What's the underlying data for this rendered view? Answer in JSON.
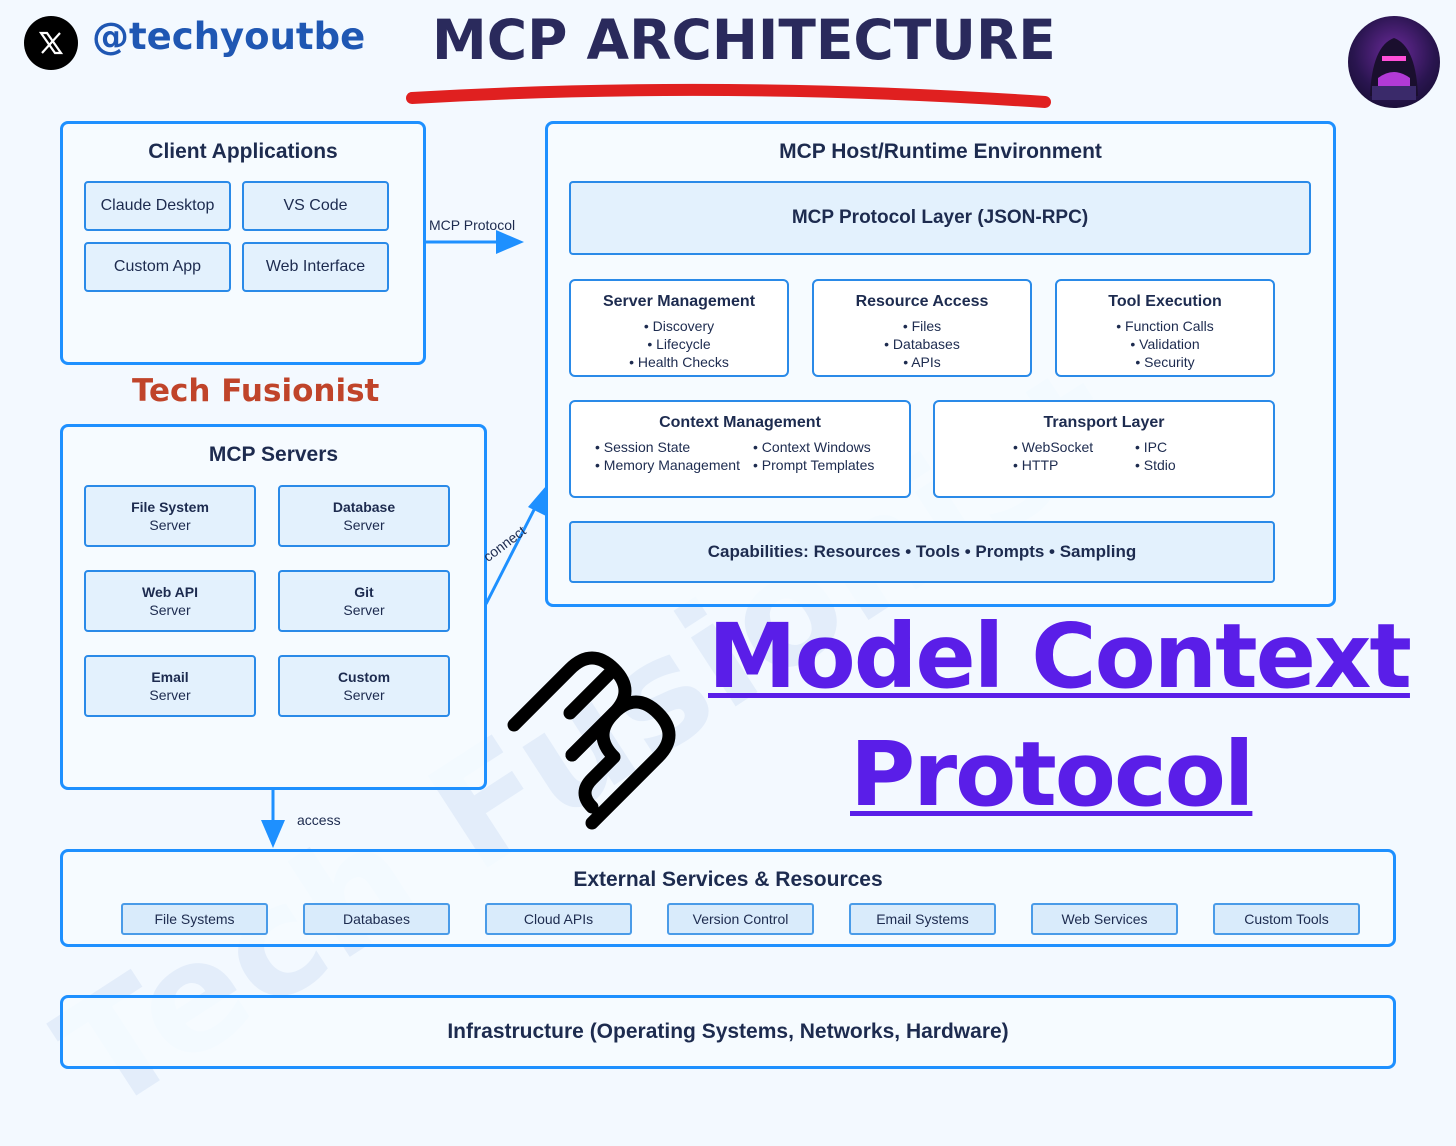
{
  "header": {
    "handle": "@techyoutbe",
    "title": "MCP ARCHITECTURE",
    "brand": "Tech Fusionist",
    "watermark": "Tech Fusionist"
  },
  "client_apps": {
    "title": "Client Applications",
    "items": [
      "Claude Desktop",
      "VS Code",
      "Custom App",
      "Web Interface"
    ]
  },
  "arrows": {
    "protocol": "MCP Protocol",
    "connect": "connect",
    "access": "access"
  },
  "host": {
    "title": "MCP Host/Runtime Environment",
    "protocol_layer": "MCP Protocol Layer (JSON-RPC)",
    "server_management": {
      "title": "Server Management",
      "items": [
        "• Discovery",
        "• Lifecycle",
        "• Health Checks"
      ]
    },
    "resource_access": {
      "title": "Resource Access",
      "items": [
        "• Files",
        "• Databases",
        "• APIs"
      ]
    },
    "tool_execution": {
      "title": "Tool Execution",
      "items": [
        "• Function Calls",
        "• Validation",
        "• Security"
      ]
    },
    "context_management": {
      "title": "Context Management",
      "col1": [
        "• Session State",
        "• Memory Management"
      ],
      "col2": [
        "• Context Windows",
        "• Prompt Templates"
      ]
    },
    "transport_layer": {
      "title": "Transport Layer",
      "col1": [
        "• WebSocket",
        "• HTTP"
      ],
      "col2": [
        "• IPC",
        "• Stdio"
      ]
    },
    "capabilities": "Capabilities: Resources • Tools • Prompts • Sampling"
  },
  "servers": {
    "title": "MCP Servers",
    "items": [
      {
        "name": "File System",
        "kind": "Server"
      },
      {
        "name": "Database",
        "kind": "Server"
      },
      {
        "name": "Web API",
        "kind": "Server"
      },
      {
        "name": "Git",
        "kind": "Server"
      },
      {
        "name": "Email",
        "kind": "Server"
      },
      {
        "name": "Custom",
        "kind": "Server"
      }
    ]
  },
  "hero": {
    "line1": "Model Context",
    "line2": "Protocol"
  },
  "external": {
    "title": "External Services & Resources",
    "items": [
      "File Systems",
      "Databases",
      "Cloud APIs",
      "Version Control",
      "Email Systems",
      "Web Services",
      "Custom Tools"
    ]
  },
  "infrastructure": "Infrastructure (Operating Systems, Networks, Hardware)",
  "icons": [
    "x-logo-icon",
    "avatar",
    "mcp-logo-icon"
  ],
  "colors": {
    "accent": "#1e90ff",
    "brand": "#c0442a",
    "hero": "#5a1ee8",
    "underline": "#e02020",
    "title": "#2a2a5c"
  }
}
